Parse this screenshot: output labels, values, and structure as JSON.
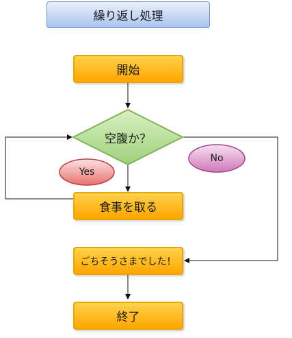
{
  "diagram": {
    "title": "繰り返し処理",
    "nodes": {
      "start": "開始",
      "decision": "空腹か？",
      "eat": "食事を取る",
      "thanks": "ごちそうさまでした！",
      "end": "終了"
    },
    "labels": {
      "yes": "Yes",
      "no": "No"
    }
  }
}
